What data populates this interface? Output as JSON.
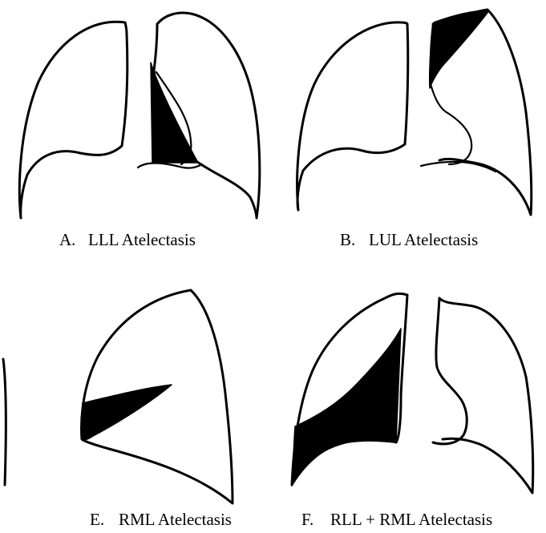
{
  "panels": [
    {
      "id": "A",
      "letter": "A.",
      "label": "LLL Atelectasis"
    },
    {
      "id": "B",
      "letter": "B.",
      "label": "LUL Atelectasis"
    },
    {
      "id": "E",
      "letter": "E.",
      "label": "RML Atelectasis"
    },
    {
      "id": "F",
      "letter": "F.",
      "label": "RLL + RML Atelectasis"
    }
  ]
}
